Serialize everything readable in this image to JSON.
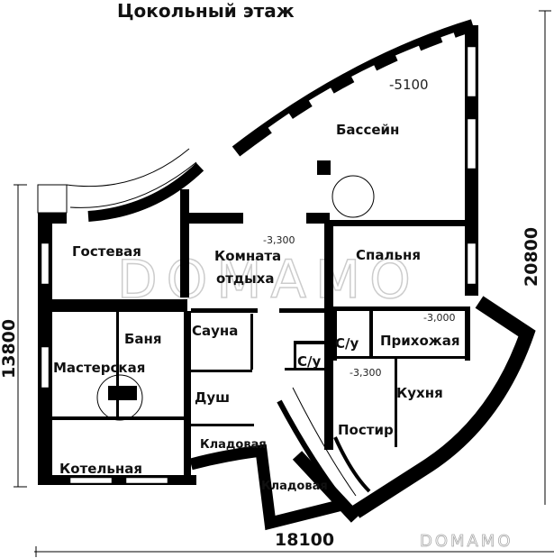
{
  "title": "Цокольный этаж",
  "watermark": "DOMAMO",
  "dimensions": {
    "width": "18100",
    "left_height": "13800",
    "right_height": "20800"
  },
  "levels": {
    "pool": "-5100",
    "lounge": "-3,300",
    "hall": "-3,000",
    "laundry": "-3,300"
  },
  "rooms": {
    "pool": "Бассейн",
    "guest": "Гостевая",
    "lounge_1": "Комната",
    "lounge_2": "отдыха",
    "bedroom": "Спальня",
    "banya": "Баня",
    "sauna": "Сауна",
    "workshop": "Мастерская",
    "wc_1": "С/у",
    "wc_2": "С/у",
    "hall": "Прихожая",
    "shower": "Душ",
    "kitchen": "Кухня",
    "laundry": "Постир.",
    "storage_1": "Кладовая",
    "storage_2": "Кладовая",
    "boiler": "Котельная"
  }
}
